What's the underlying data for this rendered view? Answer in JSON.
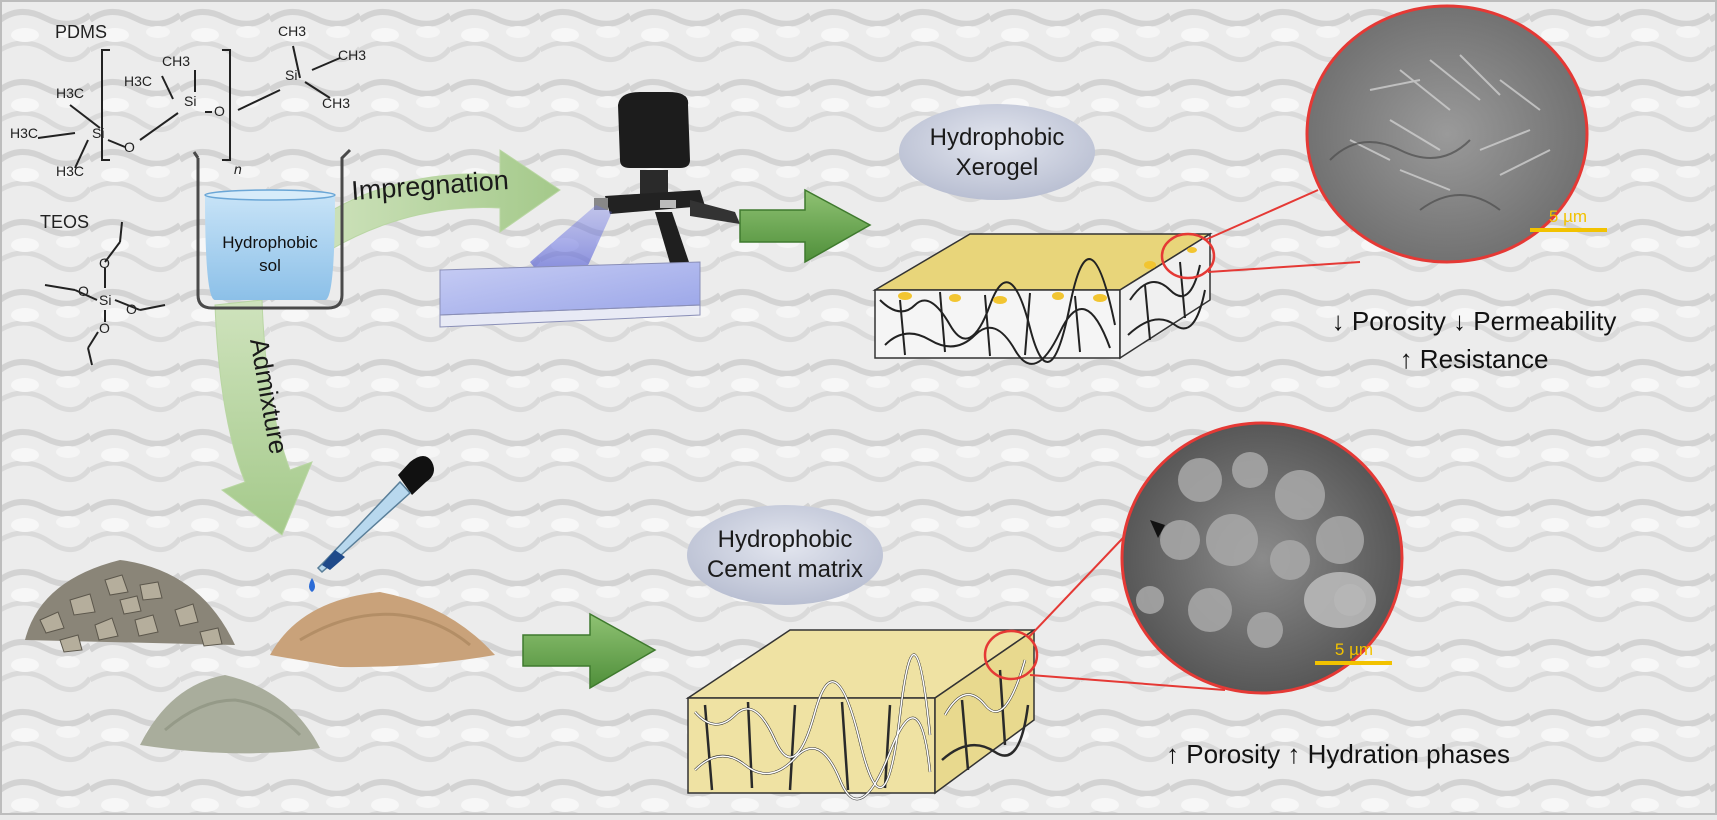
{
  "chemistry": {
    "pdms_label": "PDMS",
    "teos_label": "TEOS",
    "methyl": "CH3",
    "methyl_left": "H3C",
    "silicon": "Si",
    "oxygen": "O",
    "repeat_n": "n"
  },
  "beaker": {
    "line1": "Hydrophobic",
    "line2": "sol"
  },
  "arrows": {
    "impregnation": "Impregnation",
    "admixture": "Admixture"
  },
  "top_path": {
    "label_line1": "Hydrophobic",
    "label_line2": "Xerogel",
    "scale_bar": "5 µm",
    "effect_line1": "↓ Porosity ↓ Permeability",
    "effect_line2": "↑ Resistance"
  },
  "bottom_path": {
    "label_line1": "Hydrophobic",
    "label_line2": "Cement matrix",
    "scale_bar": "5 µm",
    "effect_line1": "↑ Porosity ↑ Hydration phases"
  },
  "colors": {
    "sol_blue": "#a9d1f0",
    "arrow_green": "#a6c98a",
    "big_arrow_green": "#6aa84f",
    "xerogel_yellow": "#e9d36a",
    "cement_yellow": "#efe2a3",
    "sem_outline": "#e53935",
    "scale_yellow": "#f2c200",
    "ellipse_fill": "#c9cfe0"
  }
}
